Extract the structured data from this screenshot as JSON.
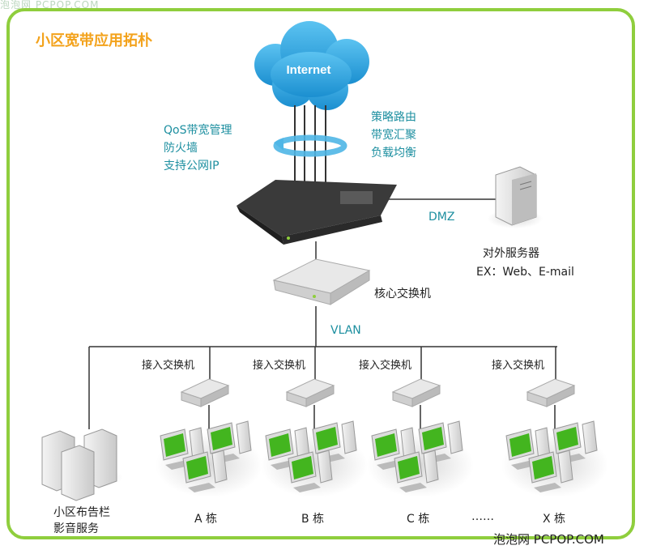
{
  "watermark_top": "泡泡网 PCPOP.COM",
  "title": "小区宽带应用拓朴",
  "internet_label": "Internet",
  "features_left": [
    "QoS带宽管理",
    "防火墙",
    "支持公网IP"
  ],
  "features_right": [
    "策略路由",
    "带宽汇聚",
    "负载均衡"
  ],
  "dmz_label": "DMZ",
  "server_label_1": "对外服务器",
  "server_label_2": "EX：Web、E-mail",
  "core_switch_label": "核心交换机",
  "vlan_label": "VLAN",
  "access_switch_label": "接入交换机",
  "groups": [
    {
      "label_1": "小区布告栏",
      "label_2": "影音服务"
    },
    {
      "label": "A 栋"
    },
    {
      "label": "B 栋"
    },
    {
      "label": "C 栋"
    },
    {
      "label": "X 栋"
    }
  ],
  "ellipsis": "……",
  "watermark": "泡泡网 PCPOP.COM",
  "colors": {
    "frame": "#8fce3d",
    "title": "#f3a21b",
    "accent": "#1d8fa0",
    "cloud": "#29a6e0"
  }
}
